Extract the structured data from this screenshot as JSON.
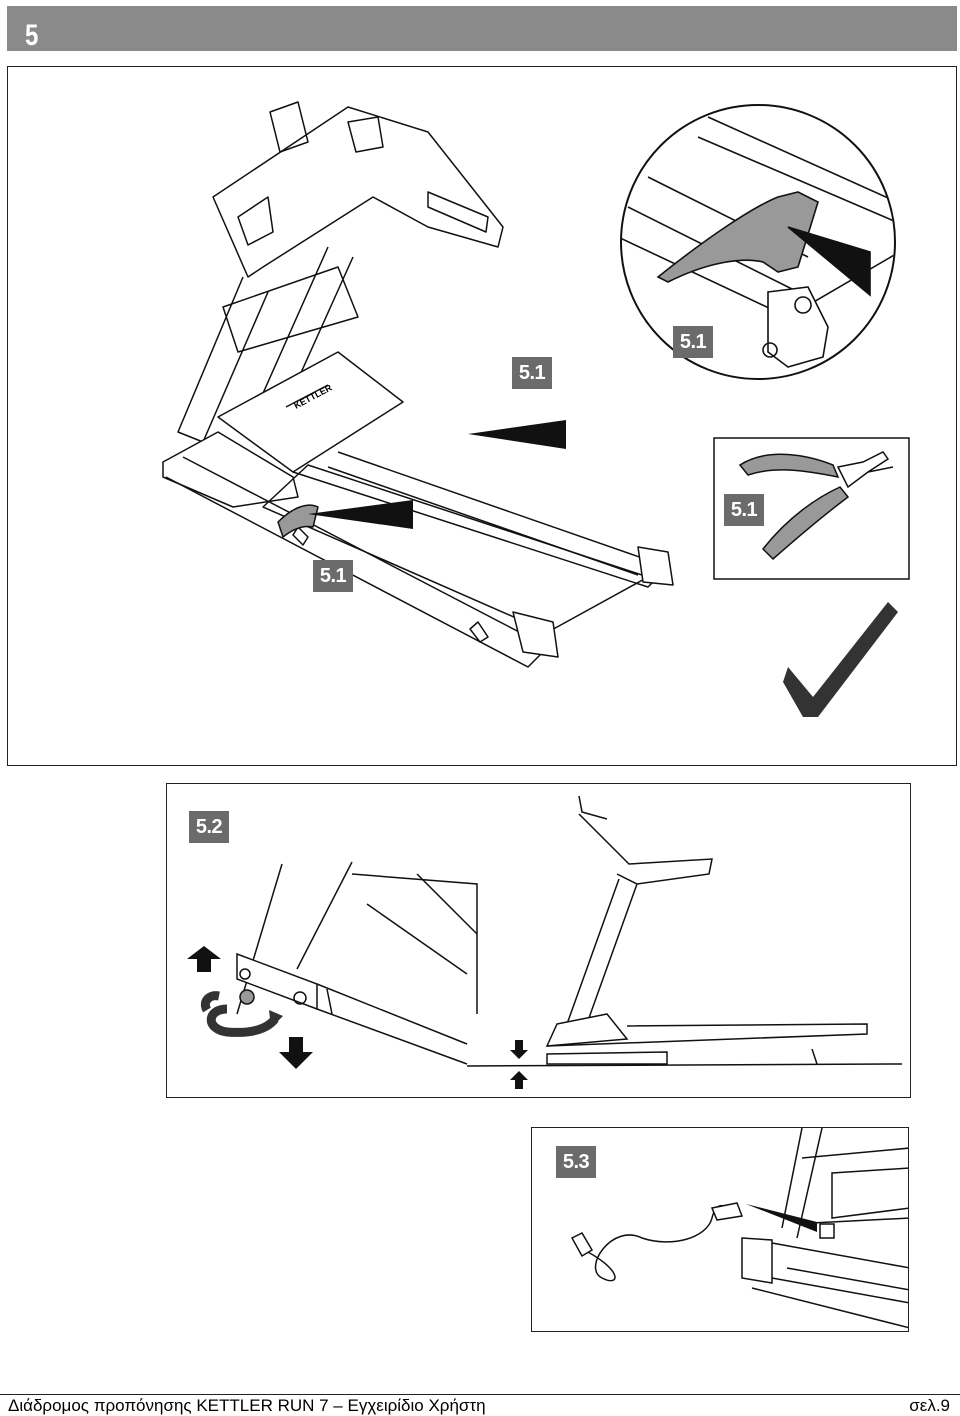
{
  "header": {
    "step_number": "5"
  },
  "labels": {
    "belt_label": "5.1",
    "strap_label": "5.1",
    "zoom_label": "5.1",
    "cutter_label": "5.1",
    "leveling_label": "5.2",
    "power_label": "5.3"
  },
  "icons": {
    "checkmark": "checkmark-icon",
    "cutter": "side-cutter-icon",
    "arrow_up": "arrow-up-icon",
    "arrow_down": "arrow-down-icon",
    "rotate": "rotate-icon"
  },
  "footer": {
    "title": "Διάδρομος προπόνησης KETTLER RUN 7 – Εγχειρίδιο Χρήστη",
    "page": "σελ.9"
  }
}
